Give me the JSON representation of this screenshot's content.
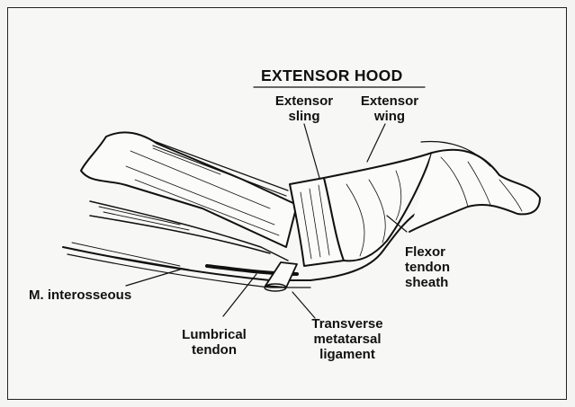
{
  "diagram": {
    "title": "EXTENSOR HOOD",
    "labels": {
      "extensor_sling": [
        "Extensor",
        "sling"
      ],
      "extensor_wing": [
        "Extensor",
        "wing"
      ],
      "flexor_tendon_sheath": [
        "Flexor",
        "tendon",
        "sheath"
      ],
      "m_interosseous": [
        "M. interosseous"
      ],
      "lumbrical_tendon": [
        "Lumbrical",
        "tendon"
      ],
      "transverse_metatarsal_ligament": [
        "Transverse",
        "metatarsal",
        "ligament"
      ]
    }
  }
}
